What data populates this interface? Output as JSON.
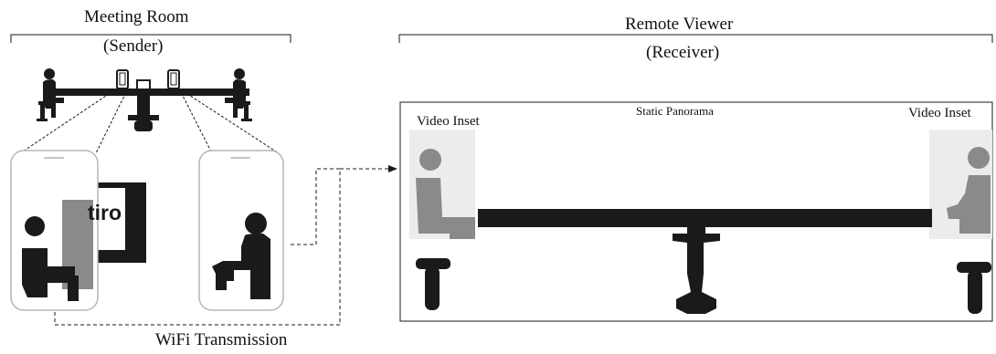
{
  "sender": {
    "title": "Meeting Room",
    "subtitle": "(Sender)",
    "marker_text": "tiro"
  },
  "receiver": {
    "title": "Remote Viewer",
    "subtitle": "(Receiver)",
    "video_inset_left": "Video Inset",
    "panorama_label": "Static Panorama",
    "video_inset_right": "Video Inset"
  },
  "transmission": {
    "label": "WiFi Transmission"
  },
  "colors": {
    "ink": "#1a1a1a",
    "inset_figure": "#8a8a8a",
    "inset_bg": "#ececec",
    "phone_border": "#b5b5b5"
  }
}
